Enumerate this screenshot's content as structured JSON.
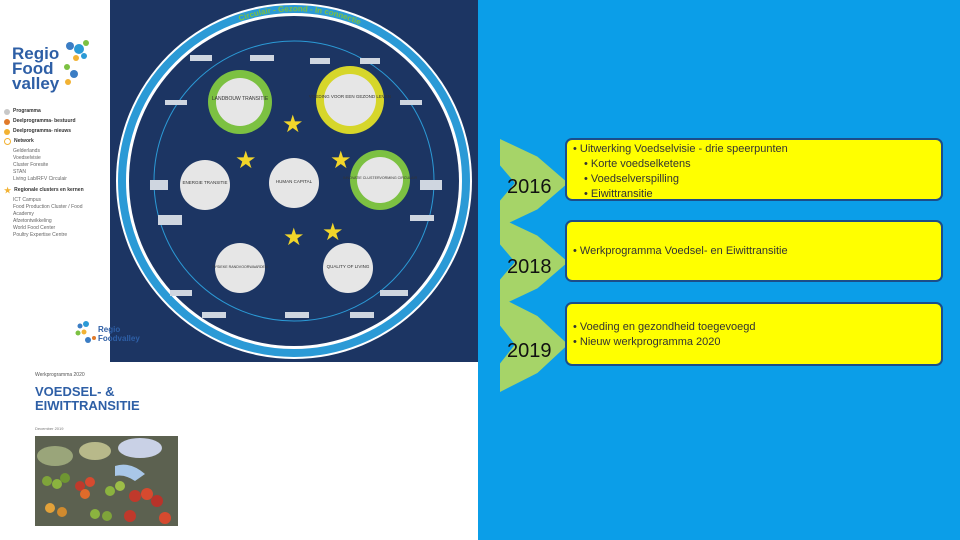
{
  "brochure": {
    "logo_text": "Regio Food valley",
    "legend": [
      {
        "label": "Programma",
        "color": "#c8c8c8"
      },
      {
        "label": "Deelprogramma- bestuurd",
        "color": "#e07a2a"
      },
      {
        "label": "Deelprogramma- nieuws",
        "color": "#f2b233"
      },
      {
        "label": "Network",
        "color": "#ffffff"
      }
    ],
    "network_items": [
      "Gelderlands",
      "Voedselvisie",
      "Cluster Foresite",
      "STAN",
      "Living Lab/RFV Circulair"
    ],
    "clusters_label": "Regionale clusters en kernen",
    "cluster_items": [
      "ICT Campus",
      "Food Production Cluster / Food Academy",
      "Afzetontwikkeling",
      "World Food Center",
      "Poultry Expertise Centre"
    ]
  },
  "diagram": {
    "ring_title": "Circulair - Gezond - In connectie",
    "nodes": [
      "LANDBOUW TRANSITIE",
      "VOEDING VOOR EEN GEZOND LEVEN",
      "ENERGIE TRANSITIE",
      "HUMAN CAPITAL",
      "INNOVATIE CLUSTERVORMING CIRCULAIR",
      "FYSIEKE RANDVOORWAARDEN",
      "QUALITY OF LIVING"
    ]
  },
  "document": {
    "logo_text": "Regio Foodvalley",
    "meta": "Werkprogramma 2020",
    "title_line1": "VOEDSEL- &",
    "title_line2": "EIWITTRANSITIE",
    "date": "December 2019"
  },
  "timeline": [
    {
      "year": "2016",
      "items": [
        {
          "text": "• Uitwerking Voedselvisie - drie speerpunten",
          "level": 1
        },
        {
          "text": "• Korte voedselketens",
          "level": 2
        },
        {
          "text": "• Voedselverspilling",
          "level": 2
        },
        {
          "text": "• Eiwittransitie",
          "level": 2
        }
      ]
    },
    {
      "year": "2018",
      "items": [
        {
          "text": "• Werkprogramma Voedsel- en Eiwittransitie",
          "level": 1
        }
      ]
    },
    {
      "year": "2019",
      "items": [
        {
          "text": "• Voeding en gezondheid toegevoegd",
          "level": 1
        },
        {
          "text": "• Nieuw werkprogramma 2020",
          "level": 1
        }
      ]
    }
  ],
  "colors": {
    "panel": "#0b9ee8",
    "chevron": "#a6d468",
    "box_fill": "#ffff00",
    "box_border": "#1b4d8a"
  }
}
